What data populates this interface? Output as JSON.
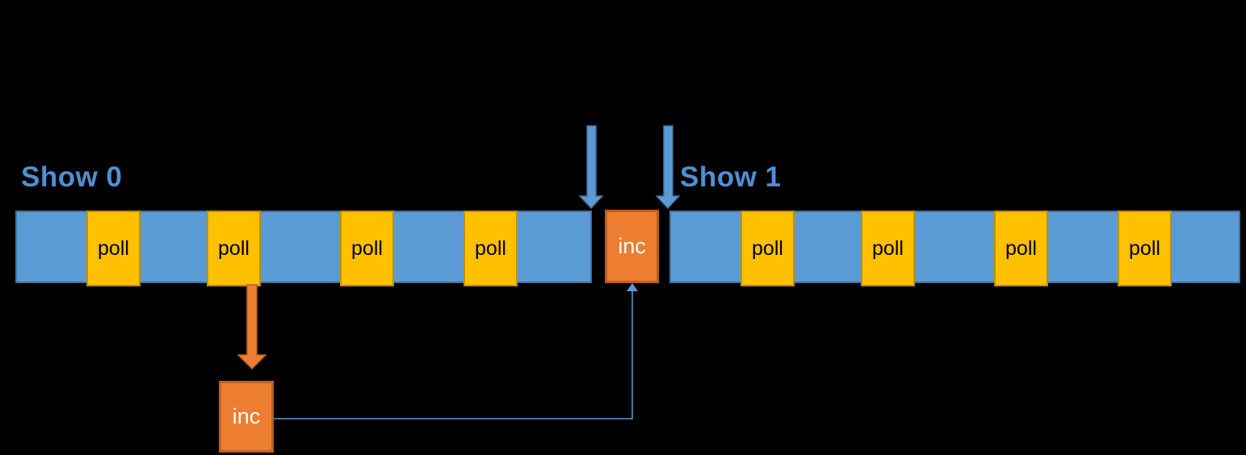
{
  "diagram": {
    "background": "#000000",
    "colors": {
      "background": "#000000",
      "segment_blue": "#5B9BD5",
      "segment_blue_border": "#41719C",
      "poll_yellow": "#FFC000",
      "poll_yellow_border": "#BF9000",
      "inc_orange": "#ED7D31",
      "inc_orange_border": "#C05F1D",
      "title_text": "#4E90D3",
      "poll_text": "#000000",
      "inc_text": "#FFFFFF",
      "connector_blue": "#5B9BD5"
    },
    "titles": {
      "left": "Show 0",
      "right": "Show 1"
    },
    "poll_label": "poll",
    "inc_label": "inc",
    "timelines": [
      {
        "id": "show-0",
        "title": "Show 0",
        "segments": [
          "idle",
          "poll",
          "idle",
          "poll",
          "idle",
          "poll",
          "idle",
          "poll",
          "idle"
        ]
      },
      {
        "id": "show-1",
        "title": "Show 1",
        "segments": [
          "idle",
          "poll",
          "idle",
          "poll",
          "idle",
          "poll",
          "idle",
          "poll",
          "idle"
        ]
      }
    ],
    "annotations": {
      "boundary_arrows": 2,
      "detached_inc_connected_to": "timeline inc box"
    }
  }
}
